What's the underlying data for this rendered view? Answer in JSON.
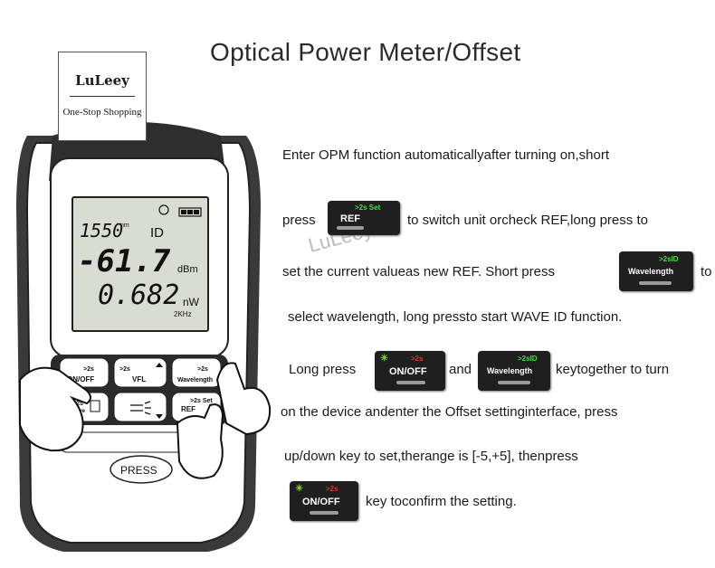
{
  "title": "Optical Power Meter/Offset",
  "brand": {
    "name": "LuLeey",
    "tagline": "One-Stop Shopping"
  },
  "device": {
    "lcd": {
      "wavelength": "1550",
      "nm": "nm",
      "id": "ID",
      "power_dbm": "-61.7",
      "dbm_unit": "dBm",
      "power_nw": "0.682",
      "nw_unit": "nW",
      "freq": "2KHz"
    },
    "buttons": {
      "onoff": {
        "top": ">2s",
        "label": "ON/OFF"
      },
      "vfl": {
        "top": ">2s",
        "label": "VFL"
      },
      "wavelength": {
        "top": ">2s",
        "label": "Wavelength"
      },
      "save": {
        "top": ">2s",
        "label": "Save"
      },
      "ref": {
        "top": ">2s Set",
        "label": "REF"
      },
      "press": "PRESS"
    }
  },
  "keys": {
    "ref": {
      "top": ">2s Set",
      "label": "REF"
    },
    "wavelength": {
      "top": ">2sID",
      "label": "Wavelength"
    },
    "onoff": {
      "top": ">2s",
      "label": "ON/OFF"
    }
  },
  "text": {
    "l1": "Enter OPM function automaticallyafter turning on,short",
    "l2a": "press",
    "l2b": "to switch unit orcheck REF,long press to",
    "l3a": "set the current valueas new REF. Short press",
    "l3b": "to",
    "l4": "select wavelength, long pressto start WAVE ID function.",
    "l5a": "Long press",
    "l5b": "and",
    "l5c": "keytogether to turn",
    "l6": "on the device andenter the Offset settinginterface, press",
    "l7": "up/down key to set,therange is [-5,+5], thenpress",
    "l8": "key toconfirm the setting."
  },
  "watermark": "LuLeey",
  "colors": {
    "key_bg": "#1f1f1f",
    "onoff_top": "#e0322b",
    "sun": "#7ed321",
    "green_text": "#4cd64c"
  }
}
